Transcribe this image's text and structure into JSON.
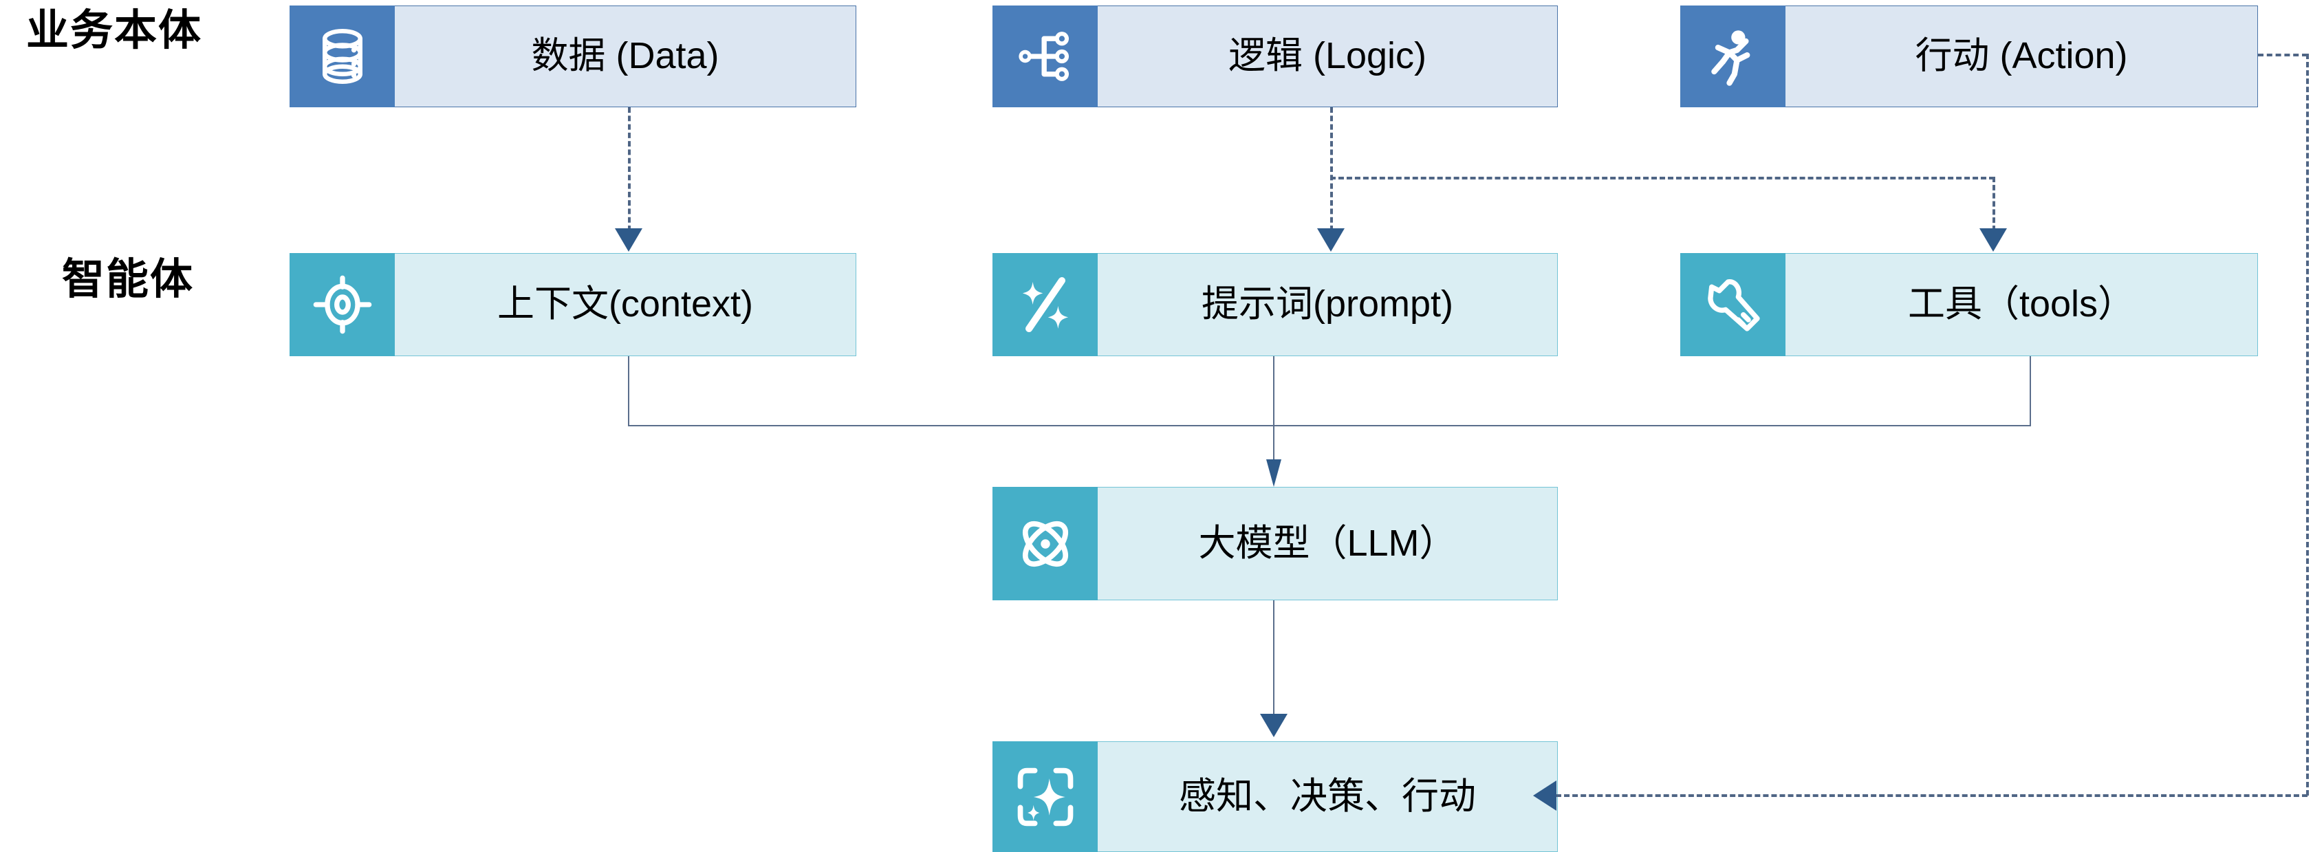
{
  "diagram": {
    "title_rows": [
      {
        "id": "business",
        "label": "业务本体"
      },
      {
        "id": "agent",
        "label": "智能体"
      }
    ],
    "colors": {
      "business_icon_bg": "#4A7EBB",
      "business_body_bg": "#DCE6F2",
      "business_border": "#4A74A8",
      "agent_icon_bg": "#45AFC8",
      "agent_body_bg": "#DAEEF3",
      "agent_border": "#73C4D6",
      "connector_solid": "#5B6E8C",
      "connector_dashed": "#4F6585",
      "arrowhead": "#2E5A8A",
      "text": "#000000",
      "page_background": "#FFFFFF"
    },
    "business_nodes": [
      {
        "id": "data",
        "label": "数据 (Data)",
        "icon": "database-icon"
      },
      {
        "id": "logic",
        "label": "逻辑 (Logic)",
        "icon": "hierarchy-branch-icon"
      },
      {
        "id": "action",
        "label": "行动 (Action)",
        "icon": "running-person-icon"
      }
    ],
    "agent_nodes": [
      {
        "id": "context",
        "label": "上下文(context)",
        "icon": "crosshair-target-icon"
      },
      {
        "id": "prompt",
        "label": "提示词(prompt)",
        "icon": "magic-wand-sparkle-icon"
      },
      {
        "id": "tools",
        "label": "工具（tools）",
        "icon": "wrench-icon"
      }
    ],
    "llm_node": {
      "id": "llm",
      "label": "大模型（LLM）",
      "icon": "atom-molecule-icon"
    },
    "outcome_node": {
      "id": "outcome",
      "label": "感知、决策、行动",
      "icon": "sparkle-frame-icon"
    },
    "connectors": [
      {
        "id": "data-to-context",
        "from": "data",
        "to": "context",
        "style": "dashed",
        "arrow": "down"
      },
      {
        "id": "logic-to-prompt",
        "from": "logic",
        "to": "prompt",
        "style": "dashed",
        "arrow": "down"
      },
      {
        "id": "logic-to-tools",
        "from": "logic",
        "to": "tools",
        "style": "dashed",
        "arrow": "down"
      },
      {
        "id": "agents-to-llm",
        "from": "context,prompt,tools",
        "to": "llm",
        "style": "solid",
        "arrow": "down"
      },
      {
        "id": "llm-to-outcome",
        "from": "llm",
        "to": "outcome",
        "style": "solid",
        "arrow": "down"
      },
      {
        "id": "action-to-outcome",
        "from": "action",
        "to": "outcome",
        "style": "dashed",
        "arrow": "left"
      }
    ]
  }
}
